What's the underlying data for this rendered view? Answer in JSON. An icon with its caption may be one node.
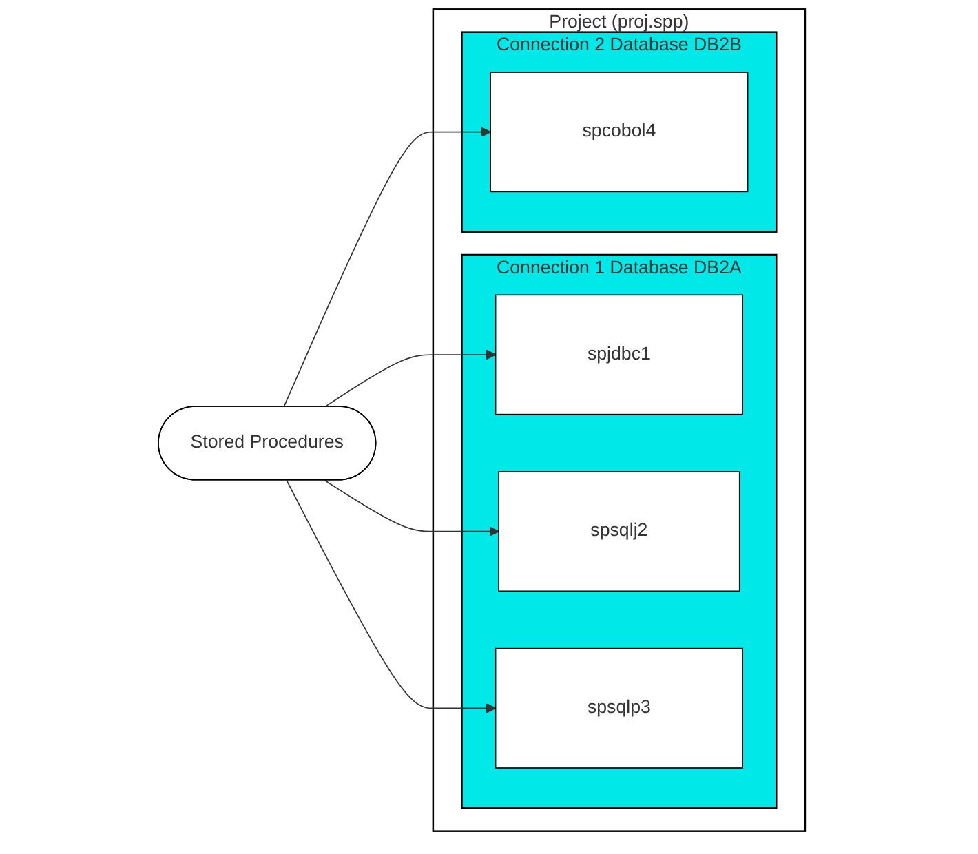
{
  "diagram": {
    "nodes": [
      {
        "text": [
          "Project (proj.spp)"
        ]
      },
      {
        "text": [
          "Connection 1 Database DB2A"
        ],
        "in": 0
      },
      {
        "text": [
          "spjdbc1"
        ],
        "in": 1
      },
      {
        "text": [
          "spsqlj2"
        ],
        "in": 1
      },
      {
        "text": [
          "spsqlp3"
        ],
        "in": 1
      },
      {
        "text": [
          "Connection 2 Database DB2B"
        ],
        "in": 0
      },
      {
        "text": [
          "spcobol4"
        ],
        "in": 5
      },
      {
        "text": [
          "Stored Procedures"
        ]
      }
    ],
    "edges": [
      {
        "from": 7,
        "to": 2,
        "arrow": "to"
      },
      {
        "from": 7,
        "to": 3,
        "arrow": "to"
      },
      {
        "from": 7,
        "to": 4,
        "arrow": "to"
      },
      {
        "from": 7,
        "to": 6,
        "arrow": "to"
      }
    ]
  }
}
